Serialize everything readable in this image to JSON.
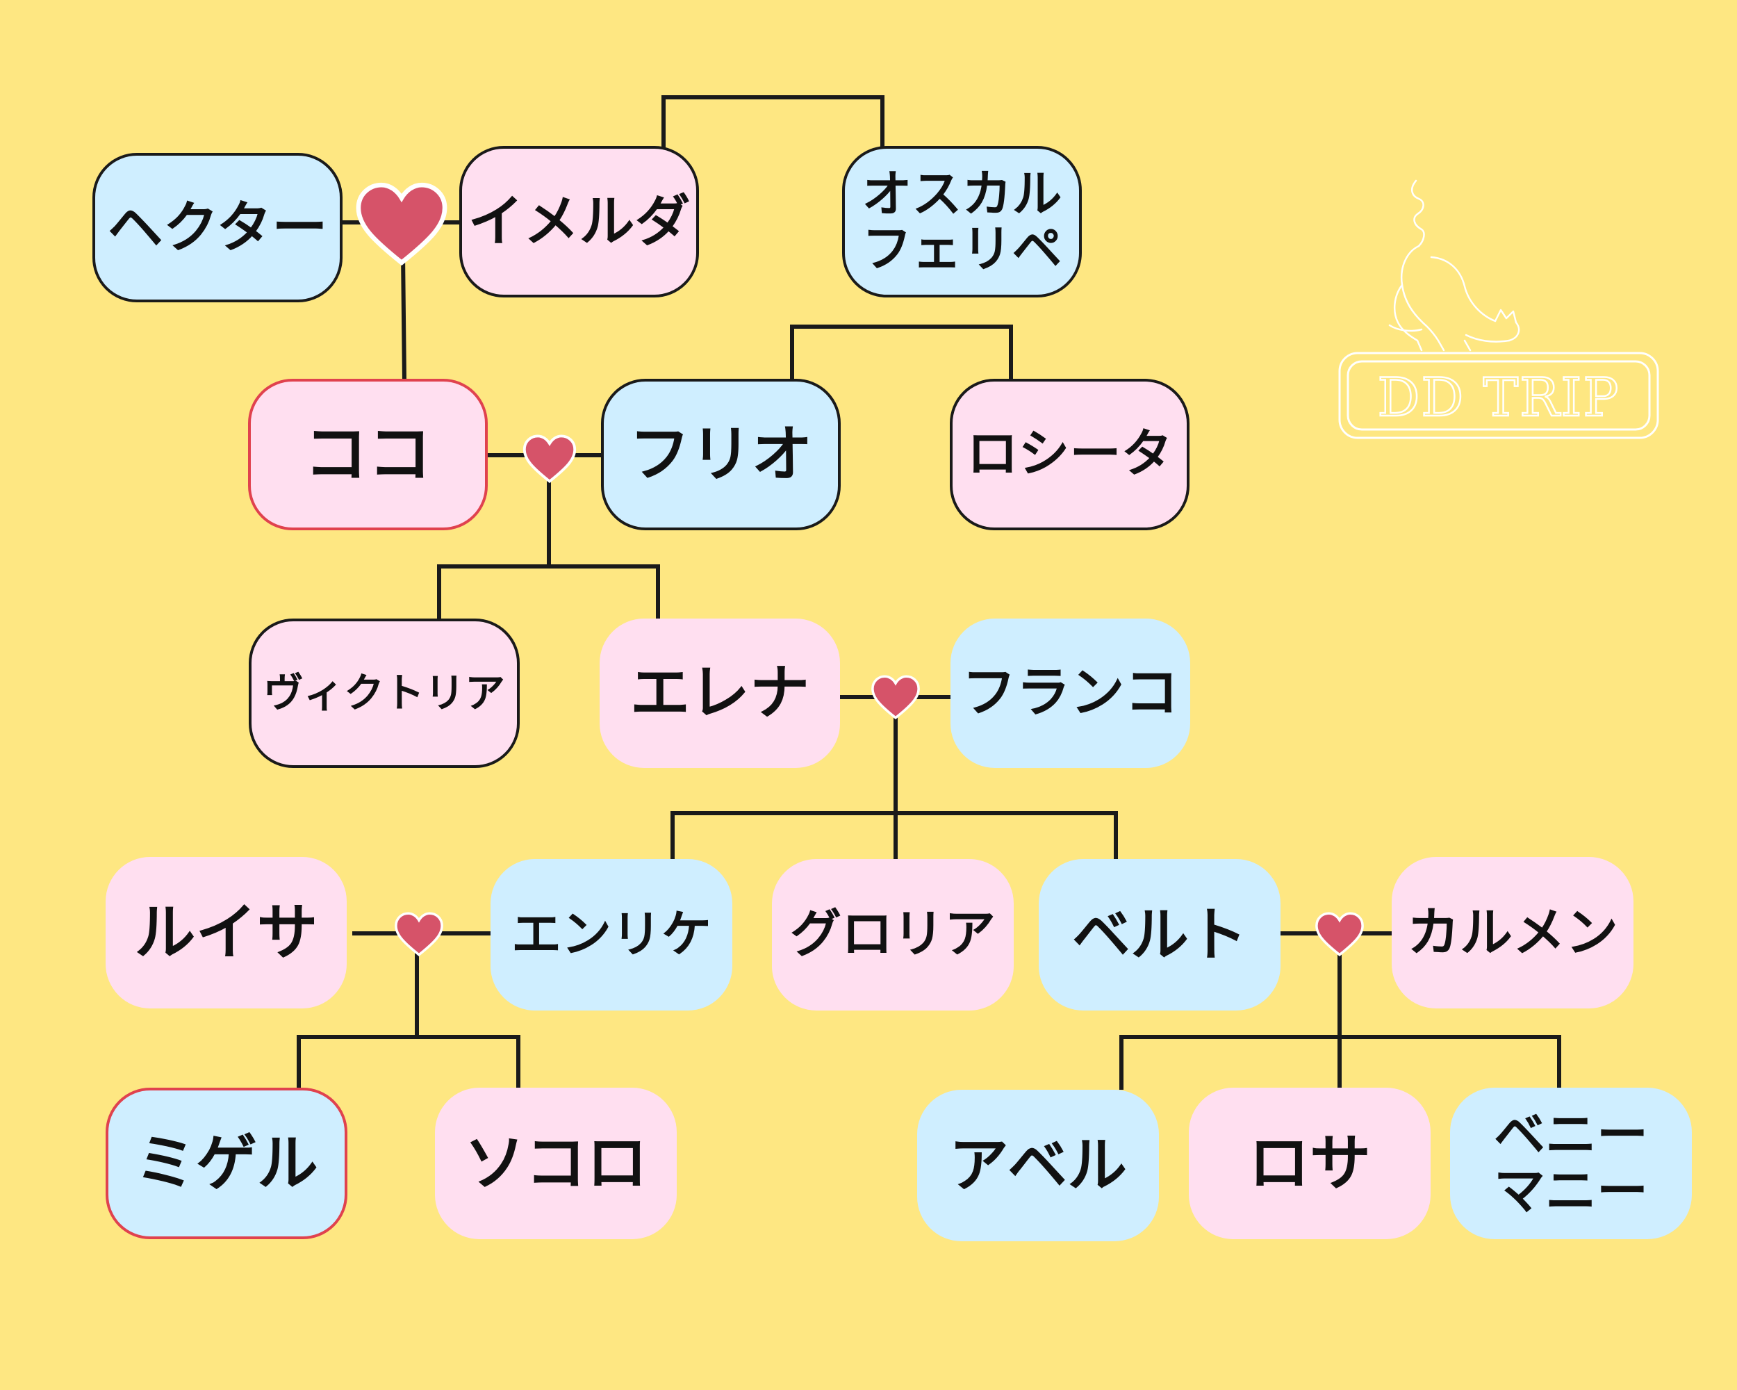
{
  "colors": {
    "background": "#fee782",
    "male": "#cfeeff",
    "female": "#ffdff0",
    "heart": "#d65369",
    "line": "#1a1a1a",
    "highlight_border": "#e0424e"
  },
  "logo": {
    "text": "DD TRIP",
    "icon": "cat-icon"
  },
  "people": {
    "hector": "ヘクター",
    "imelda": "イメルダ",
    "oscar_felipe": "オスカル\nフェリペ",
    "coco": "ココ",
    "julio": "フリオ",
    "rosita": "ロシータ",
    "victoria": "ヴィクトリア",
    "elena": "エレナ",
    "franco": "フランコ",
    "luisa": "ルイサ",
    "enrique": "エンリケ",
    "gloria": "グロリア",
    "berto": "ベルト",
    "carmen": "カルメン",
    "miguel": "ミゲル",
    "socorro": "ソコロ",
    "abel": "アベル",
    "rosa": "ロサ",
    "benny_manny": "ベニー\nマニー"
  }
}
